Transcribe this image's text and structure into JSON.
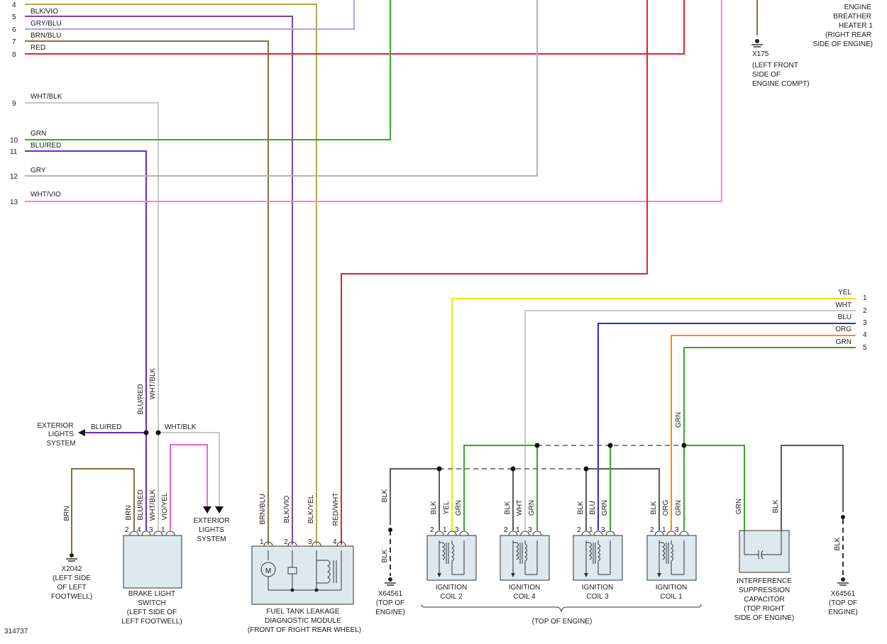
{
  "colors": {
    "YEL": "#f0e800",
    "WHT": "#c8c8c8",
    "BLU": "#1f2ed0",
    "ORG": "#ff8a00",
    "GRN": "#38a82a",
    "GRY": "#b4b4b4",
    "RED": "#e52323",
    "PNK": "#ff7fd8",
    "BLUWIRE": "#6a2bc0",
    "BLK": "#5a5a5a",
    "BRN": "#8a6e38",
    "OLIVE": "#b6a84a",
    "LAV": "#a6a6ee",
    "BLKVIO": "#8a3fa8"
  },
  "left_pins": [
    {
      "pin": "4",
      "label": "BLK/VIO"
    },
    {
      "pin": "5",
      "label": "GRY/BLU"
    },
    {
      "pin": "6",
      "label": "BRN/BLU"
    },
    {
      "pin": "7",
      "label": "RED"
    },
    {
      "pin": "8",
      "label": ""
    },
    {
      "pin": "9",
      "label": "WHT/BLK"
    },
    {
      "pin": "10",
      "label": "GRN"
    },
    {
      "pin": "11",
      "label": "BLU/RED"
    },
    {
      "pin": "12",
      "label": "GRY"
    },
    {
      "pin": "13",
      "label": "WHT/VIO"
    }
  ],
  "right_pins": [
    {
      "pin": "1",
      "label": "YEL"
    },
    {
      "pin": "2",
      "label": "WHT"
    },
    {
      "pin": "3",
      "label": "BLU"
    },
    {
      "pin": "4",
      "label": "ORG"
    },
    {
      "pin": "5",
      "label": "GRN"
    }
  ],
  "heater_label": [
    "ENGINE",
    "BREATHER",
    "HEATER 1",
    "(RIGHT REAR",
    "SIDE OF ENGINE)"
  ],
  "x175_label": [
    "X175",
    "(LEFT FRONT",
    "SIDE OF",
    "ENGINE COMPT)"
  ],
  "exterior_left": [
    "EXTERIOR",
    "LIGHTS",
    "SYSTEM"
  ],
  "exterior_right": [
    "EXTERIOR",
    "LIGHTS",
    "SYSTEM"
  ],
  "ext_left_wire": "BLU/RED",
  "ext_right_wire": "WHT/BLK",
  "vertical_labels": {
    "blured_up": "BLU/RED",
    "whtblk_up": "WHT/BLK",
    "brn_x2042": "BRN",
    "bls_pins": [
      "BRN",
      "BLU/RED",
      "WHT/BLK",
      "VIO/YEL"
    ],
    "ftl_pins": [
      "BRN/BLU",
      "BLK/VIO",
      "BLK/YEL",
      "RED/WHT"
    ],
    "blk_left": "BLK",
    "blk_left_low": "BLK",
    "coil2": [
      "BLK",
      "YEL",
      "GRN"
    ],
    "coil4": [
      "BLK",
      "WHT",
      "GRN"
    ],
    "coil3": [
      "BLK",
      "BLU",
      "GRN"
    ],
    "coil1": [
      "BLK",
      "ORG",
      "GRN"
    ],
    "grn_up": "GRN",
    "cap_pins": [
      "GRN",
      "BLK"
    ],
    "blk_right_low": "BLK"
  },
  "pin_numbers": {
    "bls": [
      "2",
      "4",
      "3",
      "1"
    ],
    "ftl": [
      "1",
      "2",
      "3",
      "4"
    ],
    "coil": [
      "2",
      "1",
      "3"
    ]
  },
  "x2042_label": [
    "X2042",
    "(LEFT SIDE",
    "OF LEFT",
    "FOOTWELL)"
  ],
  "brake_switch_label": [
    "BRAKE LIGHT",
    "SWITCH",
    "(LEFT SIDE OF",
    "LEFT FOOTWELL)"
  ],
  "ftl_label": [
    "FUEL TANK LEAKAGE",
    "DIAGNOSTIC MODULE",
    "(FRONT OF RIGHT REAR WHEEL)"
  ],
  "x64561_left": [
    "X64561",
    "(TOP OF",
    "ENGINE)"
  ],
  "x64561_right": [
    "X64561",
    "(TOP OF",
    "ENGINE)"
  ],
  "coil_labels": [
    [
      "IGNITION",
      "COIL 2"
    ],
    [
      "IGNITION",
      "COIL 4"
    ],
    [
      "IGNITION",
      "COIL 3"
    ],
    [
      "IGNITION",
      "COIL 1"
    ]
  ],
  "top_of_engine": "(TOP OF ENGINE)",
  "capacitor_label": [
    "INTERFERENCE",
    "SUPPRESSION",
    "CAPACITOR",
    "(TOP RIGHT",
    "SIDE OF ENGINE)"
  ],
  "motor_symbol": "M",
  "figure_id": "314737"
}
